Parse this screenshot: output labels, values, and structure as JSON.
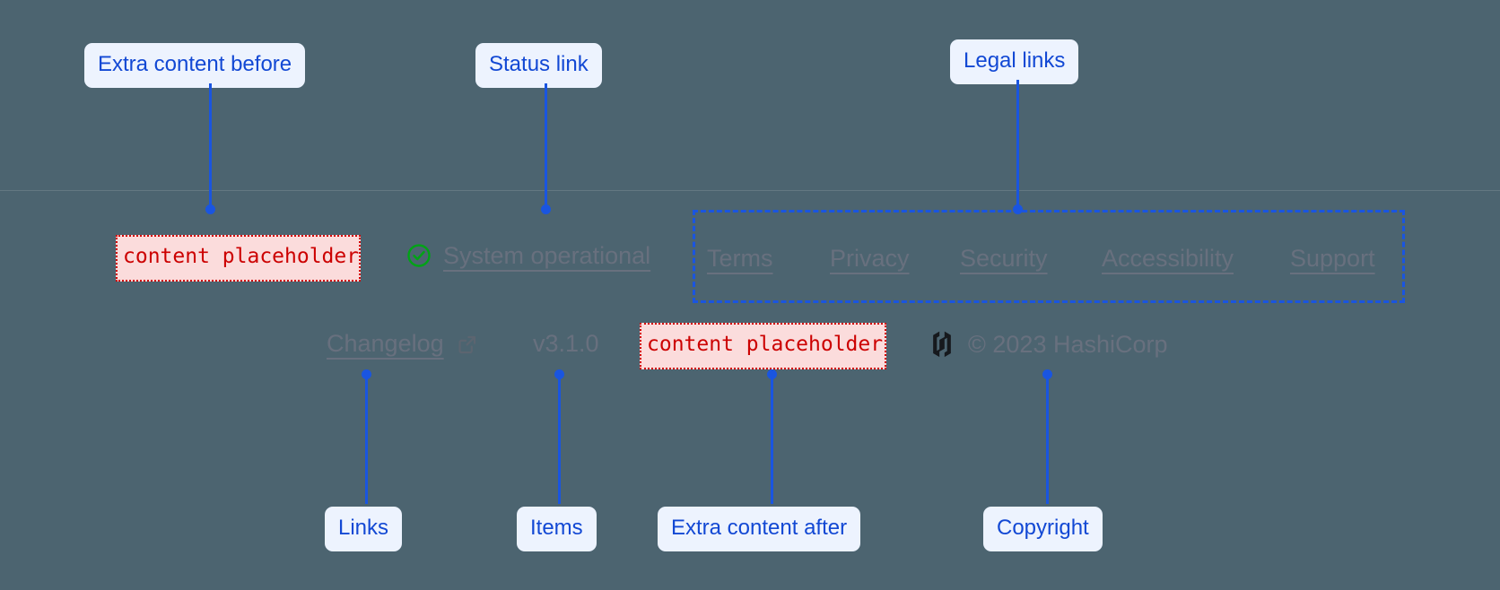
{
  "page": {
    "background_color": "#4c6470",
    "annotation_color": "#1a55e0",
    "placeholder_color": "#cc0000",
    "footer_text_color": "#6b7280"
  },
  "annotations": {
    "extra_content_before": "Extra content before",
    "status_link": "Status link",
    "legal_links": "Legal links",
    "links": "Links",
    "items": "Items",
    "extra_content_after": "Extra content after",
    "copyright": "Copyright"
  },
  "placeholders": {
    "before": "content placeholder",
    "after": "content placeholder"
  },
  "footer": {
    "status": {
      "icon": "check-circle-icon",
      "icon_color": "#00a316",
      "label": "System operational"
    },
    "legal_links": [
      {
        "label": "Terms"
      },
      {
        "label": "Privacy"
      },
      {
        "label": "Security"
      },
      {
        "label": "Accessibility"
      },
      {
        "label": "Support"
      }
    ],
    "changelog": {
      "label": "Changelog",
      "icon": "external-link-icon"
    },
    "version": "v3.1.0",
    "copyright": {
      "logo": "hashicorp-logo",
      "text": "© 2023 HashiCorp"
    }
  }
}
